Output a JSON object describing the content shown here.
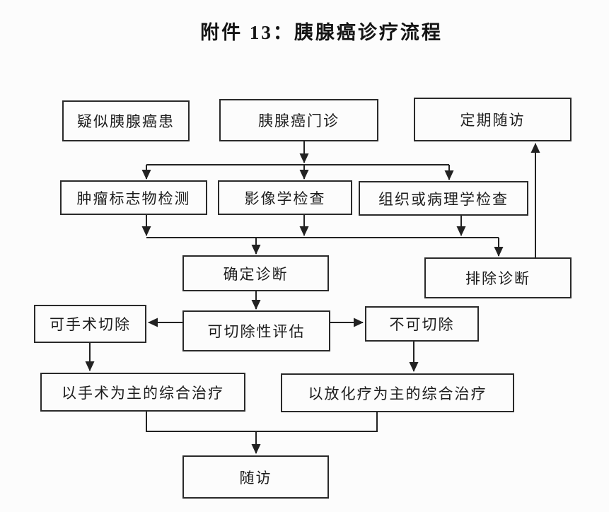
{
  "title": "附件 13：胰腺癌诊疗流程",
  "colors": {
    "line": "#222222",
    "background": "#fcfcfc",
    "text": "#1c1c1c"
  },
  "nodes": {
    "suspected": {
      "label": "疑似胰腺癌患"
    },
    "clinic": {
      "label": "胰腺癌门诊"
    },
    "regular_followup": {
      "label": "定期随访"
    },
    "tumor_marker": {
      "label": "肿瘤标志物检测"
    },
    "imaging": {
      "label": "影像学检查"
    },
    "pathology": {
      "label": "组织或病理学检查"
    },
    "confirm": {
      "label": "确定诊断"
    },
    "exclude": {
      "label": "排除诊断"
    },
    "operable": {
      "label": "可手术切除"
    },
    "assess": {
      "label": "可切除性评估"
    },
    "inoperable": {
      "label": "不可切除"
    },
    "surgery_tx": {
      "label": "以手术为主的综合治疗"
    },
    "chemo_tx": {
      "label": "以放化疗为主的综合治疗"
    },
    "followup": {
      "label": "随访"
    }
  },
  "edges": [
    {
      "from": "clinic",
      "to": "exam-collector-line"
    },
    {
      "from": "exam-collector-line",
      "to": "tumor_marker"
    },
    {
      "from": "exam-collector-line",
      "to": "imaging"
    },
    {
      "from": "exam-collector-line",
      "to": "pathology"
    },
    {
      "from": "tumor_marker",
      "to": "diagnosis-collector-line"
    },
    {
      "from": "imaging",
      "to": "diagnosis-collector-line"
    },
    {
      "from": "pathology",
      "to": "diagnosis-collector-line"
    },
    {
      "from": "diagnosis-collector-line",
      "to": "confirm"
    },
    {
      "from": "diagnosis-collector-line",
      "to": "exclude"
    },
    {
      "from": "exclude",
      "to": "regular_followup"
    },
    {
      "from": "confirm",
      "to": "assess"
    },
    {
      "from": "assess",
      "to": "operable"
    },
    {
      "from": "assess",
      "to": "inoperable"
    },
    {
      "from": "operable",
      "to": "surgery_tx"
    },
    {
      "from": "inoperable",
      "to": "chemo_tx"
    },
    {
      "from": "surgery_tx",
      "to": "followup"
    },
    {
      "from": "chemo_tx",
      "to": "followup"
    }
  ]
}
